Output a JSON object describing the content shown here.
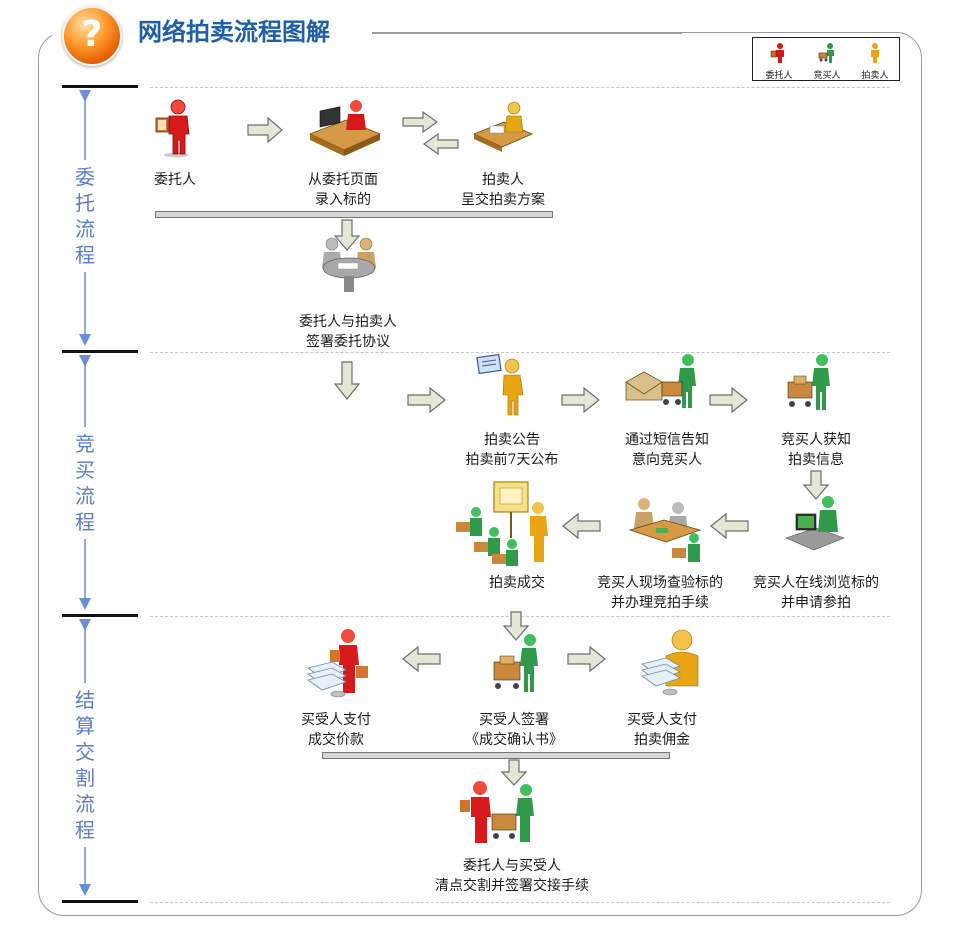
{
  "header": {
    "title": "网络拍卖流程图解",
    "help_glyph": "?",
    "help_icon": "question-mark-icon"
  },
  "legend": {
    "items": [
      {
        "label": "委托人",
        "icon": "consignor-person-icon",
        "color": "#d8191c"
      },
      {
        "label": "竞买人",
        "icon": "bidder-cart-icon",
        "color": "#2e9a4a"
      },
      {
        "label": "拍卖人",
        "icon": "auctioneer-person-icon",
        "color": "#e8a615"
      }
    ]
  },
  "phases": [
    {
      "label": "委托流程"
    },
    {
      "label": "竞买流程"
    },
    {
      "label": "结算交割流程"
    }
  ],
  "nodes": {
    "consignor": {
      "lines": [
        "委托人"
      ]
    },
    "enter_item": {
      "lines": [
        "从委托页面",
        "录入标的"
      ]
    },
    "auctioneer_plan": {
      "lines": [
        "拍卖人",
        "呈交拍卖方案"
      ]
    },
    "sign_agreement": {
      "lines": [
        "委托人与拍卖人",
        "签署委托协议"
      ]
    },
    "announcement": {
      "lines": [
        "拍卖公告",
        "拍卖前7天公布"
      ]
    },
    "sms_notify": {
      "lines": [
        "通过短信告知",
        "意向竞买人"
      ]
    },
    "bidder_informed": {
      "lines": [
        "竞买人获知",
        "拍卖信息"
      ]
    },
    "online_browse": {
      "lines": [
        "竞买人在线浏览标的",
        "并申请参拍"
      ]
    },
    "onsite_inspect": {
      "lines": [
        "竞买人现场查验标的",
        "并办理竞拍手续"
      ]
    },
    "deal_done": {
      "lines": [
        "拍卖成交"
      ]
    },
    "buyer_sign": {
      "lines": [
        "买受人签署",
        "《成交确认书》"
      ]
    },
    "buyer_pay_price": {
      "lines": [
        "买受人支付",
        "成交价款"
      ]
    },
    "buyer_pay_commission": {
      "lines": [
        "买受人支付",
        "拍卖佣金"
      ]
    },
    "handover": {
      "lines": [
        "委托人与买受人",
        "清点交割并签署交接手续"
      ]
    }
  },
  "colors": {
    "consignor": "#d8191c",
    "bidder": "#2e9a4a",
    "auctioneer": "#e8a615",
    "phase_text": "#5b7ec9",
    "title": "#1e5fa8",
    "arrow_fill": "#e4e7d4",
    "arrow_stroke": "#6d6d6d"
  }
}
